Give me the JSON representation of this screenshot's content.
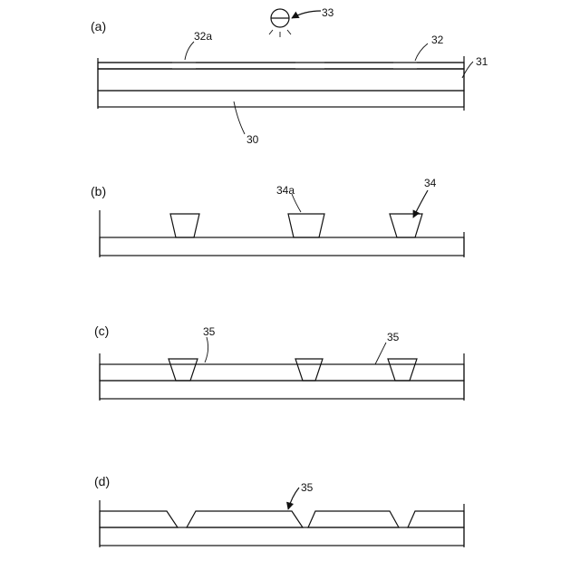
{
  "panels": {
    "a": "(a)",
    "b": "(b)",
    "c": "(c)",
    "d": "(d)"
  },
  "labels": {
    "n33": "33",
    "n32a": "32a",
    "n32": "32",
    "n31": "31",
    "n30": "30",
    "n34a": "34a",
    "n34": "34",
    "n35_c_left": "35",
    "n35_c_right": "35",
    "n35_d": "35"
  }
}
